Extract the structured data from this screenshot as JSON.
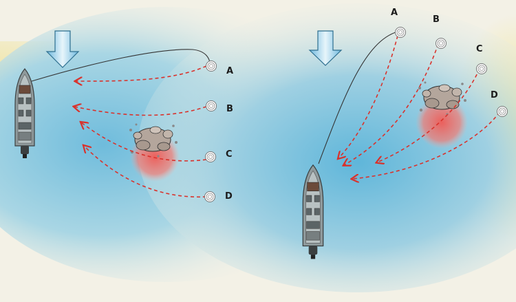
{
  "labels": {
    "left": [
      "A",
      "B",
      "C",
      "D"
    ],
    "right": [
      "A",
      "B",
      "C",
      "D"
    ]
  },
  "colors": {
    "water_blue": "#7cc4df",
    "water_shallow": "#e9e6cf",
    "retrieve_line": "#d9322c",
    "fishing_line": "#333333",
    "current_arrow": "#9fd2ea",
    "hot_zone": "#f36a63",
    "boat_hull": "#9aa6a8",
    "rock": "#b7a89e"
  },
  "icons": [
    "current-arrow-icon",
    "boat-icon",
    "lure-splash-icon",
    "rock-pile-icon"
  ]
}
